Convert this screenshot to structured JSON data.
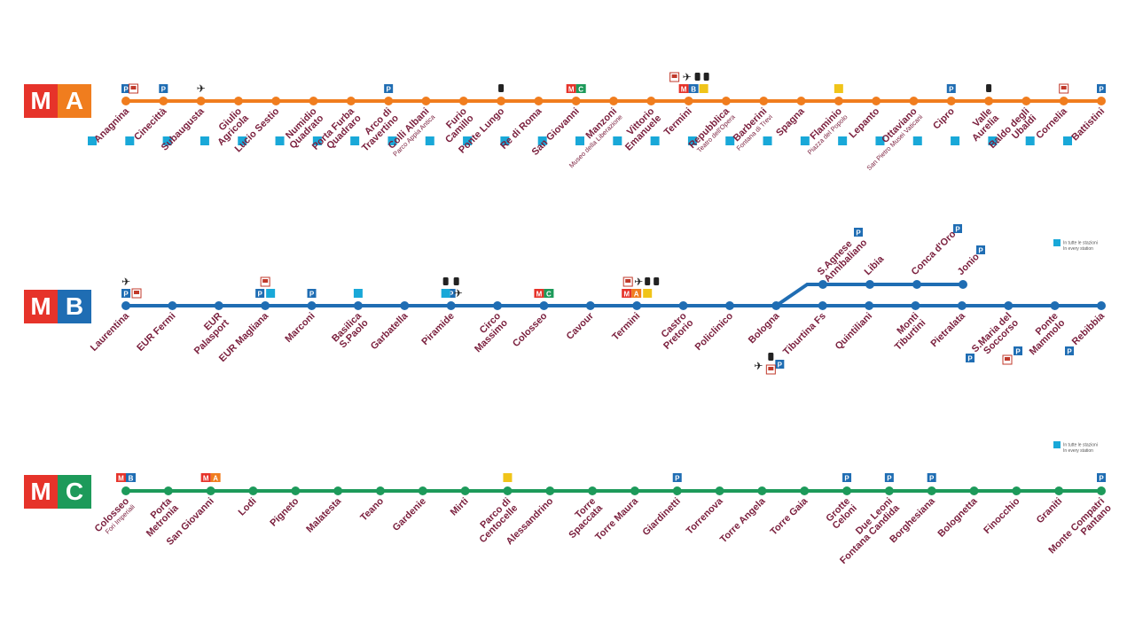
{
  "colors": {
    "lineA": "#f07d1e",
    "lineB": "#1f6db3",
    "lineC": "#1d9a5a",
    "logoRed": "#e6332a",
    "station": "#7a1f3d"
  },
  "lines": [
    {
      "id": "A",
      "m_label": "M",
      "letter": "A",
      "stations": [
        "Anagnina",
        "Cinecittà",
        "Subaugusta",
        "Giulio Agricola",
        "Lucio Sestio",
        "Numidio Quadrato",
        "Porta Furba Quadraro",
        "Arco di Travertino",
        "Colli Albani",
        "Furio Camillo",
        "Ponte Lungo",
        "Re di Roma",
        "San Giovanni",
        "Manzoni",
        "Vittorio Emanuele",
        "Termini",
        "Repubblica",
        "Barberini",
        "Spagna",
        "Flaminio",
        "Lepanto",
        "Ottaviano",
        "Cipro",
        "Valle Aurelia",
        "Baldo degli Ubaldi",
        "Cornelia",
        "Battistini"
      ],
      "sublabels": {
        "Colli Albani": "Parco Appia Antica",
        "Manzoni": "Museo della Liberazione",
        "Repubblica": "Teatro dell'Opera",
        "Barberini": "Fontana di Trevi",
        "Flaminio": "Piazza del Popolo",
        "Ottaviano": "San Pietro Musei Vaticani"
      },
      "interchanges": [
        {
          "at": "San Giovanni",
          "lines": [
            "C"
          ]
        },
        {
          "at": "Termini",
          "lines": [
            "B"
          ]
        }
      ]
    },
    {
      "id": "B",
      "m_label": "M",
      "letter": "B",
      "stations": [
        "Laurentina",
        "EUR Fermi",
        "EUR Palasport",
        "EUR Magliana",
        "Marconi",
        "Basilica S.Paolo",
        "Garbatella",
        "Piramide",
        "Circo Massimo",
        "Colosseo",
        "Cavour",
        "Termini",
        "Castro Pretorio",
        "Policlinico",
        "Bologna",
        "Tiburtina Fs",
        "Quintiliani",
        "Monti Tiburtini",
        "Pietralata",
        "S.Maria del Soccorso",
        "Ponte Mammolo",
        "Rebibbia"
      ],
      "branch": [
        "S.Agnese Annibaliano",
        "Libia",
        "Conca d'Oro",
        "Jonio"
      ],
      "interchanges": [
        {
          "at": "Colosseo",
          "lines": [
            "C"
          ]
        },
        {
          "at": "Termini",
          "lines": [
            "A"
          ]
        }
      ]
    },
    {
      "id": "C",
      "m_label": "M",
      "letter": "C",
      "stations": [
        "Colosseo",
        "Porta Metronia",
        "San Giovanni",
        "Lodi",
        "Pigneto",
        "Malatesta",
        "Teano",
        "Gardenie",
        "Mirti",
        "Parco di Centocelle",
        "Alessandrino",
        "Torre Spaccata",
        "Torre Maura",
        "Giardinetti",
        "Torrenova",
        "Torre Angela",
        "Torre Gaia",
        "Grotte Celoni",
        "Due Leoni Fontana Candida",
        "Borghesiana",
        "Bolognetta",
        "Finocchio",
        "Graniti",
        "Monte Compatri Pantano"
      ],
      "sublabels": {
        "Colosseo": "Fori Imperiali"
      },
      "interchanges": [
        {
          "at": "Colosseo",
          "lines": [
            "B"
          ]
        },
        {
          "at": "San Giovanni",
          "lines": [
            "A"
          ]
        }
      ]
    }
  ],
  "accessibility_note": {
    "line1": "In tutte le stazioni",
    "line2": "In every station"
  },
  "icons": [
    "parking-icon",
    "airplane-icon",
    "train-icon",
    "bus-icon",
    "accessibility-icon",
    "bike-icon"
  ]
}
